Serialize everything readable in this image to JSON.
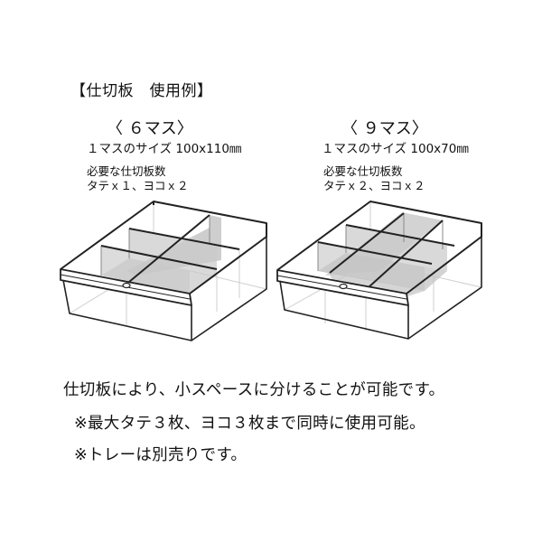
{
  "heading": "【仕切板　使用例】",
  "examples": [
    {
      "label": "〈 ６マス〉",
      "cell_size": "１マスのサイズ 100x110㎜",
      "required_title": "必要な仕切板数",
      "required_count": "タテｘ１、ヨコｘ２",
      "image": "tray-6-compartments"
    },
    {
      "label": "〈 ９マス〉",
      "cell_size": "１マスのサイズ 100x70㎜",
      "required_title": "必要な仕切板数",
      "required_count": "タテｘ２、ヨコｘ２",
      "image": "tray-9-compartments"
    }
  ],
  "notes": [
    "仕切板により、小スペースに分けることが可能です。",
    "※最大タテ３枚、ヨコ３枚まで同時に使用可能。",
    "※トレーは別売りです。"
  ],
  "colors": {
    "text": "#111111",
    "line": "#222222",
    "panel": "#d6d6d6",
    "panel_dark": "#c4c4c4",
    "background": "#ffffff"
  }
}
